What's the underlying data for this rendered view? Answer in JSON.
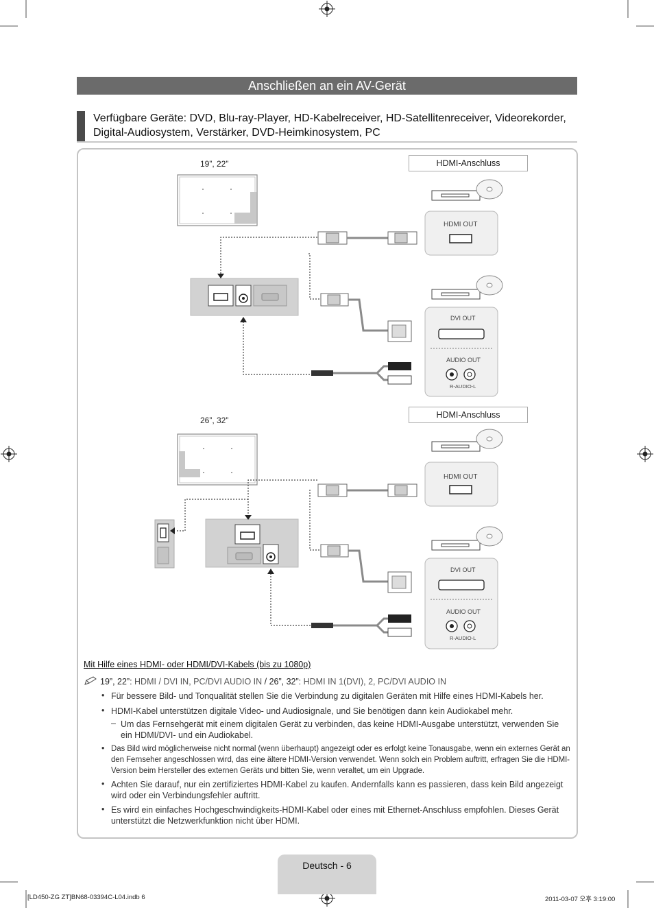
{
  "header": {
    "title": "Anschließen an ein AV-Gerät",
    "available_devices": "Verfügbare Geräte: DVD, Blu-ray-Player, HD-Kabelreceiver, HD-Satellitenreceiver, Videorekorder, Digital-Audiosystem, Verstärker, DVD-Heimkinosystem, PC"
  },
  "diagram": {
    "top": {
      "size_label": "19”, 22”",
      "connection_label": "HDMI-Anschluss",
      "hdmi_out": "HDMI OUT",
      "dvi_out": "DVI OUT",
      "audio_out": "AUDIO OUT",
      "r_audio_l": "R-AUDIO-L"
    },
    "bottom": {
      "size_label": "26”, 32”",
      "connection_label": "HDMI-Anschluss",
      "hdmi_out": "HDMI OUT",
      "dvi_out": "DVI OUT",
      "audio_out": "AUDIO OUT",
      "r_audio_l": "R-AUDIO-L"
    }
  },
  "notes": {
    "section_title": "Mit Hilfe eines HDMI- oder HDMI/DVI-Kabels (bis zu 1080p)",
    "note_icon": "pencil-note-icon",
    "port_note": {
      "a_prefix": "19”, 22”: ",
      "a_ports": "HDMI / DVI IN, PC/DVI AUDIO IN",
      "b_prefix": " / 26”, 32”: ",
      "b_ports": "HDMI IN 1(DVI), 2, PC/DVI AUDIO IN"
    },
    "bullets": [
      "Für bessere Bild- und Tonqualität stellen Sie die Verbindung zu digitalen Geräten mit Hilfe eines HDMI-Kabels her.",
      "HDMI-Kabel unterstützen digitale Video- und Audiosignale, und Sie benötigen dann kein Audiokabel mehr.",
      "Das Bild wird möglicherweise nicht normal (wenn überhaupt) angezeigt oder es erfolgt keine Tonausgabe, wenn ein externes Gerät an den Fernseher angeschlossen wird, das eine ältere HDMI-Version verwendet.  Wenn solch ein Problem auftritt, erfragen Sie die HDMI-Version beim Hersteller des externen Geräts und bitten Sie, wenn veraltet, um ein Upgrade.",
      "Achten Sie darauf, nur ein zertifiziertes HDMI-Kabel zu kaufen.  Andernfalls kann es passieren, dass kein Bild angezeigt wird oder ein Verbindungsfehler auftritt.",
      "Es wird ein einfaches Hochgeschwindigkeits-HDMI-Kabel oder eines mit Ethernet-Anschluss empfohlen. Dieses Gerät unterstützt die Netzwerkfunktion nicht über HDMI."
    ],
    "sub_bullet": "Um das Fernsehgerät mit einem digitalen Gerät zu verbinden, das keine HDMI-Ausgabe unterstützt, verwenden Sie ein HDMI/DVI- und ein Audiokabel.",
    "dash": "–",
    "dot": "•"
  },
  "footer": {
    "page": "Deutsch - 6",
    "file_info": "[LD450-ZG ZT]BN68-03394C-L04.indb   6",
    "date_info": "2011-03-07   오후 3:19:00"
  },
  "colors": {
    "title_bar": "#6b6b6b",
    "panel_border": "#c4c4c4",
    "tab": "#d4d4d4"
  }
}
